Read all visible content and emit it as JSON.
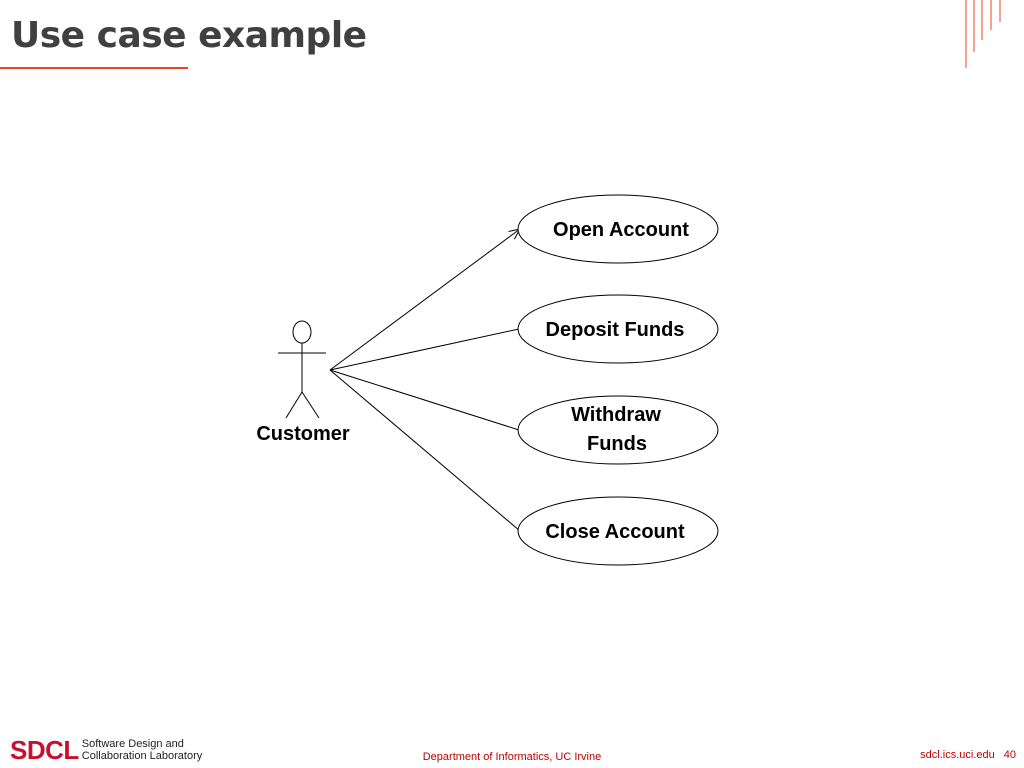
{
  "slide": {
    "title": "Use case example",
    "accent_color": "#e8491d"
  },
  "diagram": {
    "actor": {
      "label": "Customer"
    },
    "use_cases": [
      {
        "lines": [
          "Open Account"
        ]
      },
      {
        "lines": [
          "Deposit Funds"
        ]
      },
      {
        "lines": [
          "Withdraw",
          "Funds"
        ]
      },
      {
        "lines": [
          "Close Account"
        ]
      }
    ]
  },
  "footer": {
    "logo_mark": "SDCL",
    "logo_line1": "Software Design and",
    "logo_line2": "Collaboration Laboratory",
    "department": "Department of Informatics, UC Irvine",
    "site": "sdcl.ics.uci.edu",
    "page_number": "40",
    "brand_color": "#c8102e",
    "text_color": "#c00000"
  }
}
